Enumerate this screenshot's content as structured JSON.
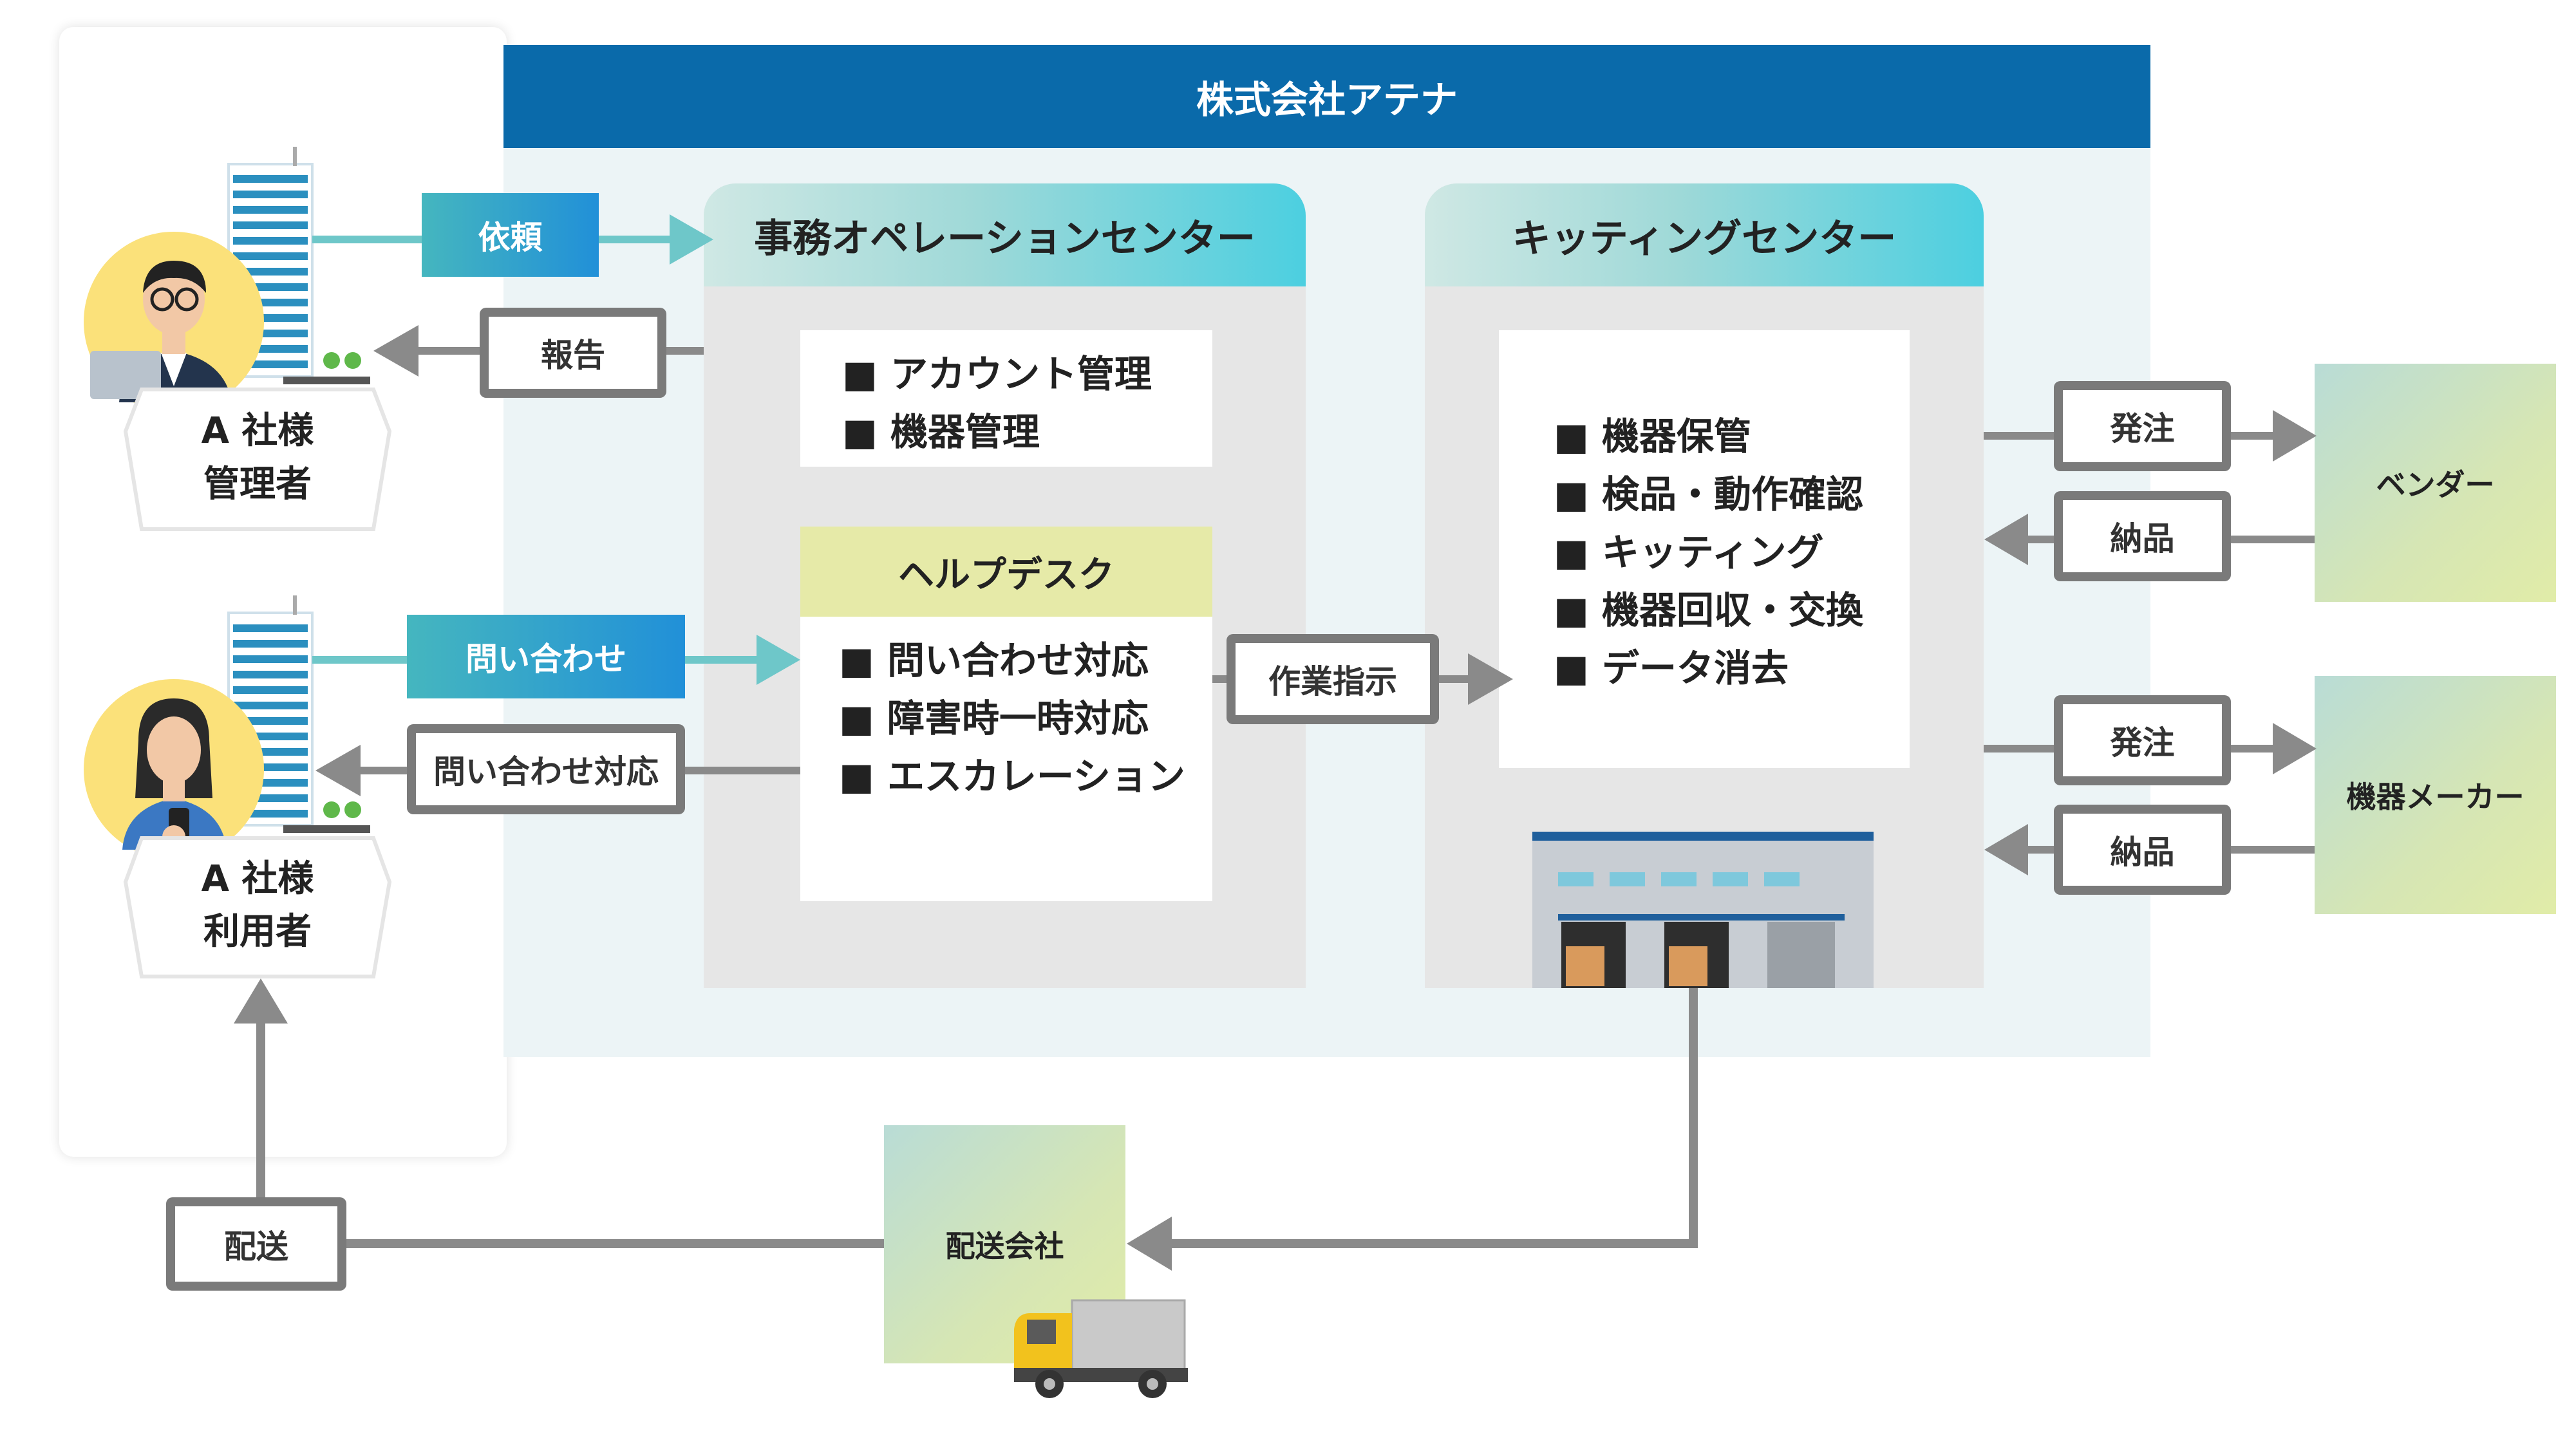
{
  "company": {
    "title": "株式会社アテナ"
  },
  "client": {
    "manager": {
      "line1": "A 社様",
      "line2": "管理者"
    },
    "user": {
      "line1": "A 社様",
      "line2": "利用者"
    }
  },
  "office_center": {
    "title": "事務オペレーションセンター",
    "items": [
      "■ アカウント管理",
      "■ 機器管理"
    ],
    "helpdesk": {
      "title": "ヘルプデスク",
      "items": [
        "■ 問い合わせ対応",
        "■ 障害時一時対応",
        "■ エスカレーション"
      ]
    }
  },
  "kitting_center": {
    "title": "キッティングセンター",
    "items": [
      "■ 機器保管",
      "■ 検品・動作確認",
      "■ キッティング",
      "■ 機器回収・交換",
      "■ データ消去"
    ]
  },
  "flows": {
    "request": "依頼",
    "report": "報告",
    "inquiry": "問い合わせ",
    "inquiry_response": "問い合わせ対応",
    "work_order": "作業指示",
    "order_vendor": "発注",
    "deliver_vendor": "納品",
    "order_maker": "発注",
    "deliver_maker": "納品",
    "shipping": "配送"
  },
  "externals": {
    "vendor": "ベンダー",
    "maker": "機器メーカー",
    "delivery_company": "配送会社"
  },
  "colors": {
    "header_blue": "#0a6aaa",
    "panel_bg": "#ecf4f6",
    "gray_arrow": "#8a8a8a",
    "teal_arrow": "#6ec7c9",
    "helpdesk_header": "#e6eaa8"
  }
}
